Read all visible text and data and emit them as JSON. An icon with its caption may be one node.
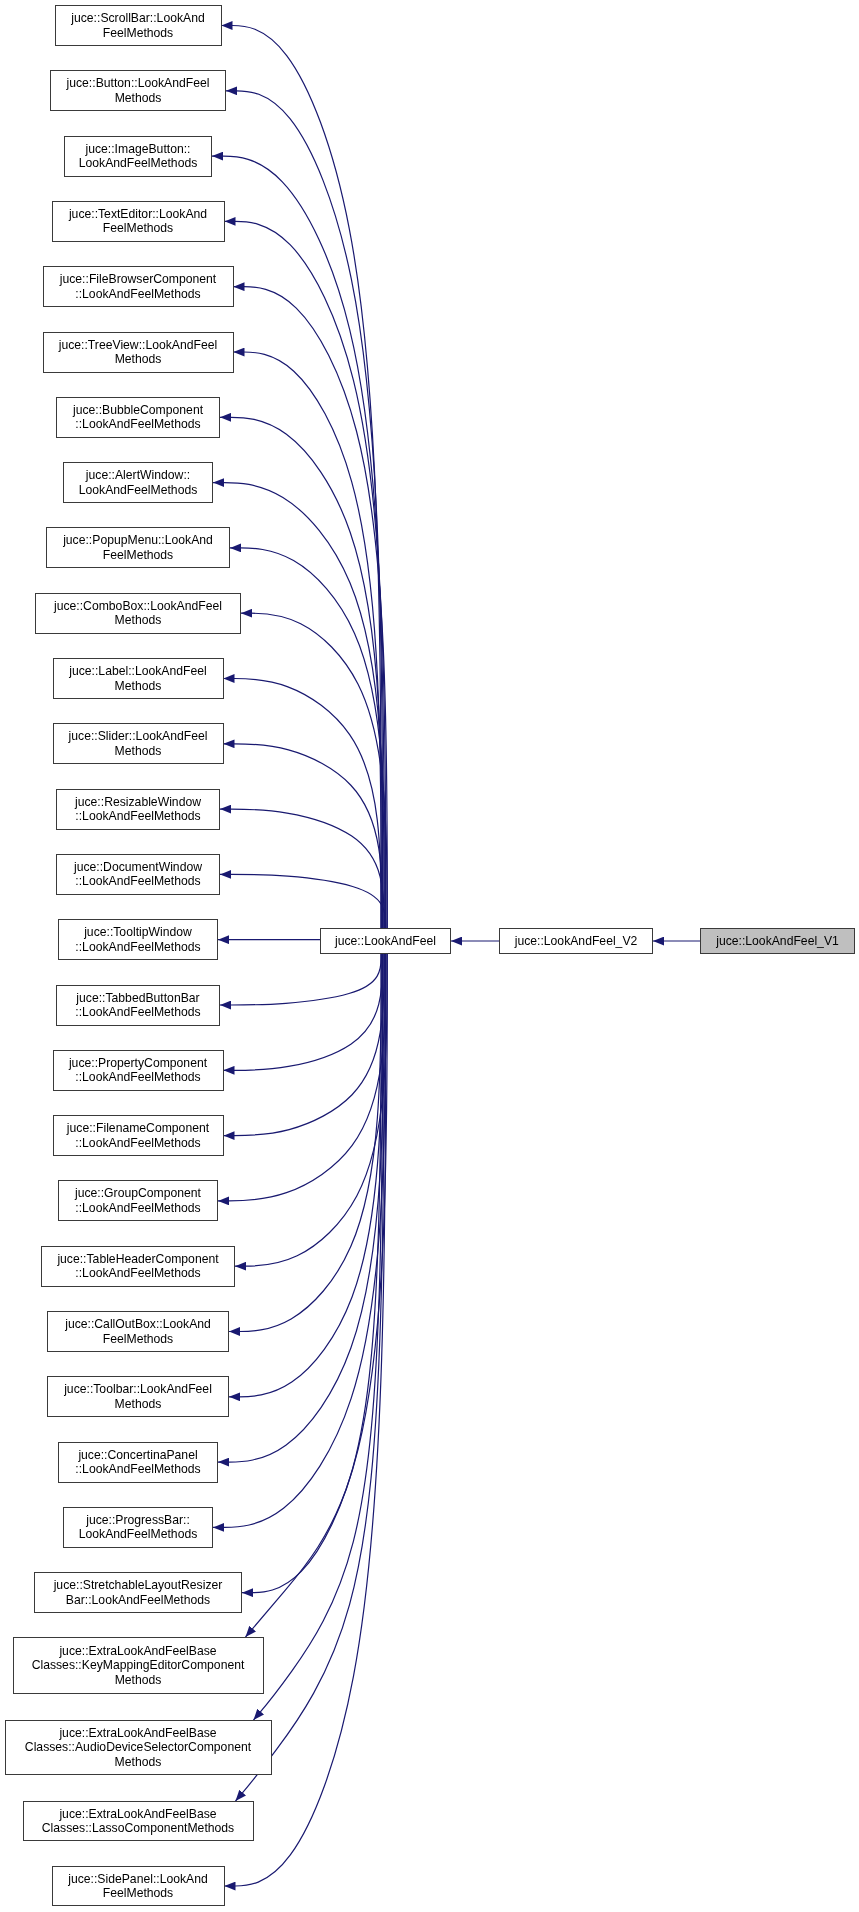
{
  "diagram": {
    "nodes": [
      {
        "text": [
          "juce::ScrollBar::LookAnd FeelMethods"
        ]
      },
      {
        "text": [
          "juce::Button::LookAndFeel Methods"
        ]
      },
      {
        "text": [
          "juce::ImageButton:: LookAndFeelMethods"
        ]
      },
      {
        "text": [
          "juce::TextEditor::LookAnd FeelMethods"
        ]
      },
      {
        "text": [
          "juce::FileBrowserComponent ::LookAndFeelMethods"
        ]
      },
      {
        "text": [
          "juce::TreeView::LookAndFeel Methods"
        ]
      },
      {
        "text": [
          "juce::BubbleComponent ::LookAndFeelMethods"
        ]
      },
      {
        "text": [
          "juce::AlertWindow:: LookAndFeelMethods"
        ]
      },
      {
        "text": [
          "juce::PopupMenu::LookAnd FeelMethods"
        ]
      },
      {
        "text": [
          "juce::ComboBox::LookAndFeel Methods"
        ]
      },
      {
        "text": [
          "juce::Label::LookAndFeel Methods"
        ]
      },
      {
        "text": [
          "juce::Slider::LookAndFeel Methods"
        ]
      },
      {
        "text": [
          "juce::ResizableWindow ::LookAndFeelMethods"
        ]
      },
      {
        "text": [
          "juce::DocumentWindow ::LookAndFeelMethods"
        ]
      },
      {
        "text": [
          "juce::TooltipWindow ::LookAndFeelMethods"
        ]
      },
      {
        "text": [
          "juce::TabbedButtonBar ::LookAndFeelMethods"
        ]
      },
      {
        "text": [
          "juce::PropertyComponent ::LookAndFeelMethods"
        ]
      },
      {
        "text": [
          "juce::FilenameComponent ::LookAndFeelMethods"
        ]
      },
      {
        "text": [
          "juce::GroupComponent ::LookAndFeelMethods"
        ]
      },
      {
        "text": [
          "juce::TableHeaderComponent ::LookAndFeelMethods"
        ]
      },
      {
        "text": [
          "juce::CallOutBox::LookAnd FeelMethods"
        ]
      },
      {
        "text": [
          "juce::Toolbar::LookAndFeel Methods"
        ]
      },
      {
        "text": [
          "juce::ConcertinaPanel ::LookAndFeelMethods"
        ]
      },
      {
        "text": [
          "juce::ProgressBar:: LookAndFeelMethods"
        ]
      },
      {
        "text": [
          "juce::StretchableLayoutResizer Bar::LookAndFeelMethods"
        ]
      },
      {
        "text": [
          "juce::ExtraLookAndFeelBase Classes::KeyMappingEditorComponent Methods"
        ]
      },
      {
        "text": [
          "juce::ExtraLookAndFeelBase Classes::AudioDeviceSelectorComponent Methods"
        ]
      },
      {
        "text": [
          "juce::ExtraLookAndFeelBase Classes::LassoComponentMethods"
        ]
      },
      {
        "text": [
          "juce::SidePanel::LookAnd FeelMethods"
        ]
      },
      {
        "text": [
          "juce::LookAndFeel"
        ]
      },
      {
        "text": [
          "juce::LookAndFeel_V2"
        ]
      },
      {
        "text": [
          "juce::LookAndFeel_V1"
        ]
      }
    ],
    "edges": [
      {
        "from": 29,
        "to": 0,
        "arrow": "to"
      },
      {
        "from": 29,
        "to": 1,
        "arrow": "to"
      },
      {
        "from": 29,
        "to": 2,
        "arrow": "to"
      },
      {
        "from": 29,
        "to": 3,
        "arrow": "to"
      },
      {
        "from": 29,
        "to": 4,
        "arrow": "to"
      },
      {
        "from": 29,
        "to": 5,
        "arrow": "to"
      },
      {
        "from": 29,
        "to": 6,
        "arrow": "to"
      },
      {
        "from": 29,
        "to": 7,
        "arrow": "to"
      },
      {
        "from": 29,
        "to": 8,
        "arrow": "to"
      },
      {
        "from": 29,
        "to": 9,
        "arrow": "to"
      },
      {
        "from": 29,
        "to": 10,
        "arrow": "to"
      },
      {
        "from": 29,
        "to": 11,
        "arrow": "to"
      },
      {
        "from": 29,
        "to": 12,
        "arrow": "to"
      },
      {
        "from": 29,
        "to": 13,
        "arrow": "to"
      },
      {
        "from": 29,
        "to": 14,
        "arrow": "to"
      },
      {
        "from": 29,
        "to": 15,
        "arrow": "to"
      },
      {
        "from": 29,
        "to": 16,
        "arrow": "to"
      },
      {
        "from": 29,
        "to": 17,
        "arrow": "to"
      },
      {
        "from": 29,
        "to": 18,
        "arrow": "to"
      },
      {
        "from": 29,
        "to": 19,
        "arrow": "to"
      },
      {
        "from": 29,
        "to": 20,
        "arrow": "to"
      },
      {
        "from": 29,
        "to": 21,
        "arrow": "to"
      },
      {
        "from": 29,
        "to": 22,
        "arrow": "to"
      },
      {
        "from": 29,
        "to": 23,
        "arrow": "to"
      },
      {
        "from": 29,
        "to": 24,
        "arrow": "to"
      },
      {
        "from": 29,
        "to": 25,
        "arrow": "to"
      },
      {
        "from": 29,
        "to": 26,
        "arrow": "to"
      },
      {
        "from": 29,
        "to": 27,
        "arrow": "to"
      },
      {
        "from": 29,
        "to": 28,
        "arrow": "to"
      },
      {
        "from": 30,
        "to": 29,
        "arrow": "to"
      },
      {
        "from": 31,
        "to": 30,
        "arrow": "to"
      }
    ]
  }
}
